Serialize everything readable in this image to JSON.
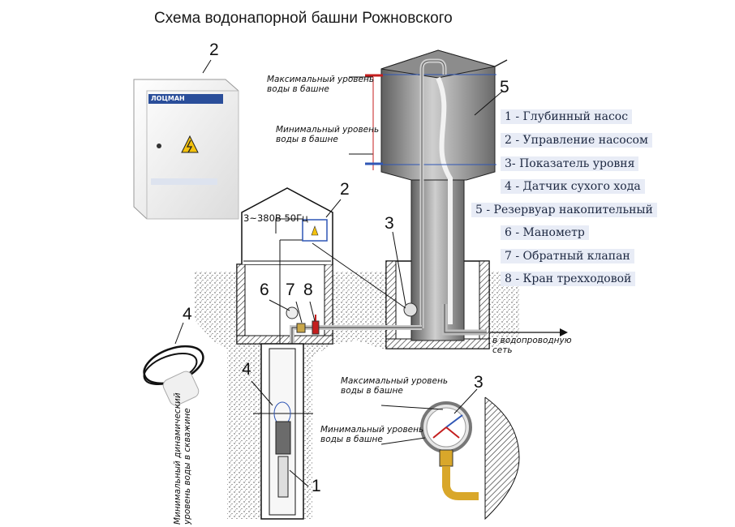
{
  "title": "Схема водонапорной башни Рожновского",
  "legend": [
    "1 - Глубинный насос",
    "2 - Управление насосом",
    "3- Показатель уровня",
    "4 - Датчик сухого хода",
    "5 - Резервуар накопительный",
    "6 - Манометр",
    "7 - Обратный клапан",
    "8 - Кран трехходовой"
  ],
  "callouts": {
    "n1": "1",
    "n2_cabinet": "2",
    "n2_house": "2",
    "n3_tower": "3",
    "n3_gauge": "3",
    "n4_sensor": "4",
    "n4_well": "4",
    "n5": "5",
    "n6": "6",
    "n7": "7",
    "n8": "8"
  },
  "labels": {
    "max_tower_1": "Максимальный уровень",
    "max_tower_2": "воды в башне",
    "min_tower_1": "Минимальный уровень",
    "min_tower_2": "воды в башне",
    "power": "3~380В 50Гц",
    "network_1": "в водопроводную",
    "network_2": "сеть",
    "gauge_max_1": "Максимальный уровень",
    "gauge_max_2": "воды в башне",
    "gauge_min_1": "Минимальный уровень",
    "gauge_min_2": "воды в башне",
    "well_level_1": "Минимальный динамический",
    "well_level_2": "уровень воды в скважине",
    "cabinet_brand": "ЛОЦМАН"
  },
  "colors": {
    "legend_bg": "#e8ecf6",
    "legend_text": "#1c2740",
    "red_mark": "#c41e1e",
    "blue_mark": "#2f56b5",
    "tower_dark": "#6e6e6e",
    "tower_light": "#d9d9d9"
  }
}
